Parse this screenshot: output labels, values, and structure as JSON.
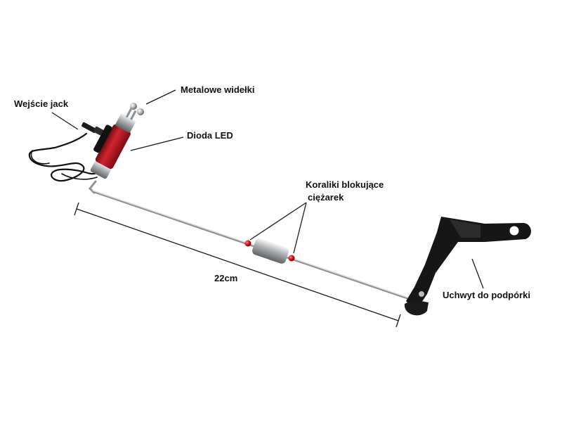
{
  "labels": {
    "jack_input": "Wejście jack",
    "metal_fork": "Metalowe widełki",
    "led_diode": "Dioda LED",
    "beads_line1": "Koraliki blokujące",
    "beads_line2": "ciężarek",
    "length": "22cm",
    "holder": "Uchwyt do podpórki"
  },
  "colors": {
    "led_body": "#b8101a",
    "rod": "#c9cbcd",
    "bead": "#d0151c",
    "holder": "#151515",
    "leader_line": "#1a1a1a"
  }
}
